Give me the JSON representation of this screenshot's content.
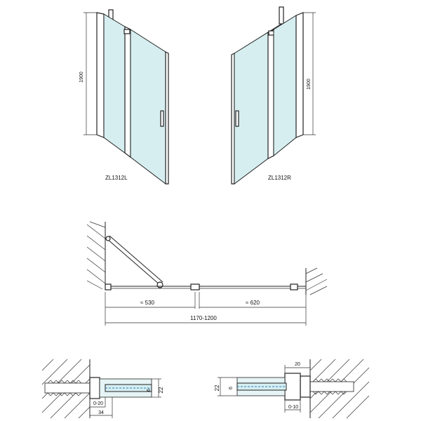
{
  "views": {
    "left_door": {
      "model": "ZL1312L",
      "height_dim": "1900"
    },
    "right_door": {
      "model": "ZL1312R",
      "height_dim": "1900"
    }
  },
  "plan": {
    "dim_left": "≈ 530",
    "dim_right": "≈ 620",
    "dim_total": "1170-1200"
  },
  "detail_left": {
    "dim_width": "22",
    "dim_glass": "6",
    "dim_adjust": "0-20",
    "dim_depth": "34"
  },
  "detail_right": {
    "dim_top": "20",
    "dim_width": "22",
    "dim_glass": "6",
    "dim_adjust": "0-10"
  },
  "colors": {
    "glass": "#d6eef0",
    "glass_edge": "#9ed6dc",
    "line": "#222222",
    "dim_dash": "#2f7fbf"
  }
}
